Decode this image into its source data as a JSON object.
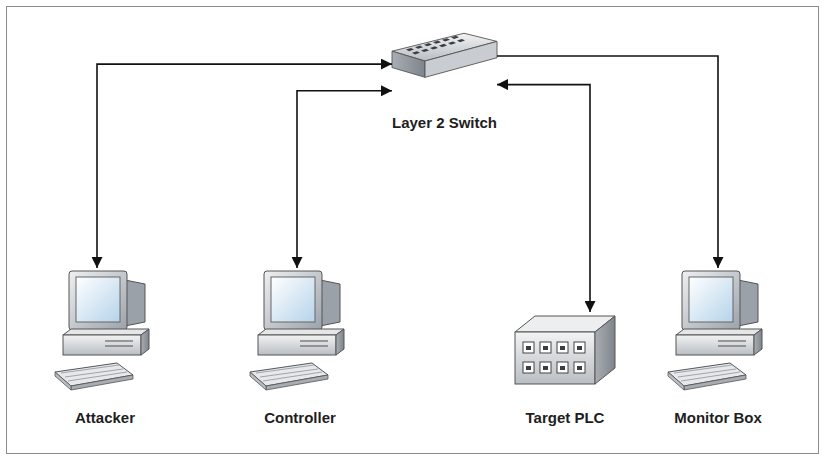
{
  "diagram": {
    "nodes": [
      {
        "text": [
          "Layer 2 Switch"
        ]
      },
      {
        "text": [
          "Attacker"
        ]
      },
      {
        "text": [
          "Controller"
        ]
      },
      {
        "text": [
          "Target PLC"
        ]
      },
      {
        "text": [
          "Monitor Box"
        ]
      }
    ],
    "edges": [
      {
        "from": 1,
        "to": 0,
        "arrow": "both"
      },
      {
        "from": 2,
        "to": 0,
        "arrow": "both"
      },
      {
        "from": 3,
        "to": 0,
        "arrow": "both"
      },
      {
        "from": 0,
        "to": 4,
        "arrow": "to"
      }
    ]
  }
}
